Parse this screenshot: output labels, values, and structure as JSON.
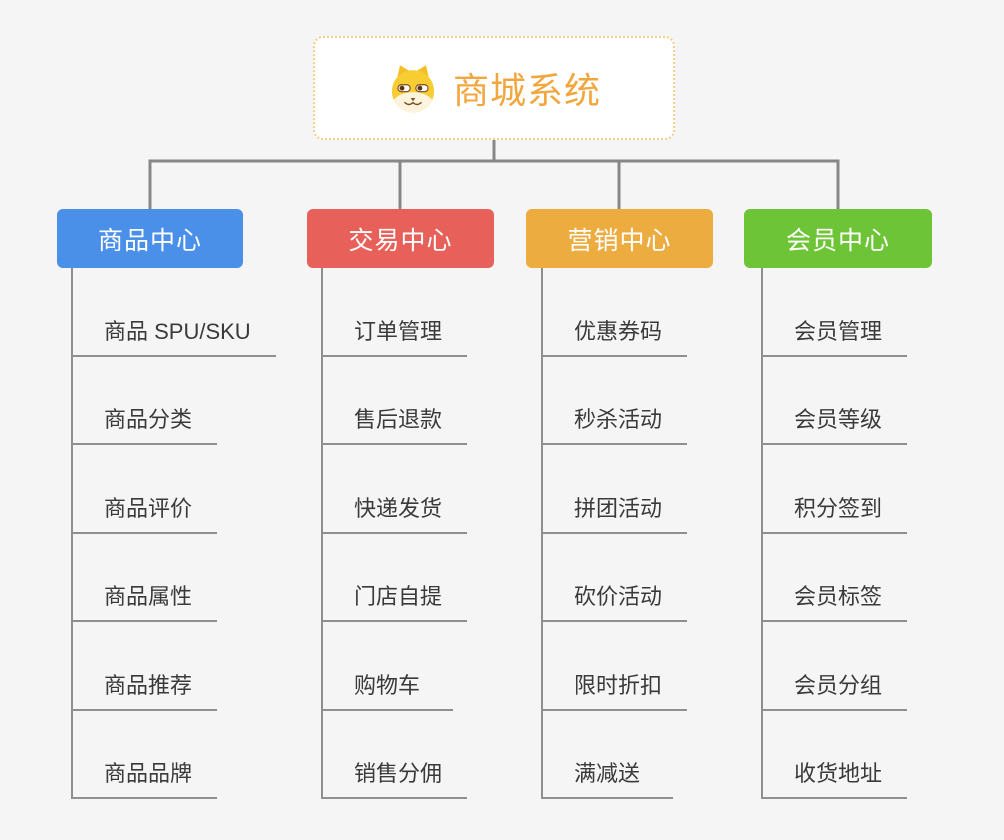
{
  "canvas": {
    "background": "#f5f5f6",
    "connector_color": "#878787",
    "child_line_color": "#8f8f8f",
    "child_text_color": "#3a3a3a"
  },
  "root": {
    "title": "商城系统",
    "icon": "dog-face-icon",
    "title_color": "#f1a73e",
    "border_color": "#f6cd86",
    "background": "#ffffff"
  },
  "branches": [
    {
      "label": "商品中心",
      "color": "#4a90e8",
      "items": [
        "商品 SPU/SKU",
        "商品分类",
        "商品评价",
        "商品属性",
        "商品推荐",
        "商品品牌"
      ]
    },
    {
      "label": "交易中心",
      "color": "#e8605a",
      "items": [
        "订单管理",
        "售后退款",
        "快递发货",
        "门店自提",
        "购物车",
        "销售分佣"
      ]
    },
    {
      "label": "营销中心",
      "color": "#ecac40",
      "items": [
        "优惠券码",
        "秒杀活动",
        "拼团活动",
        "砍价活动",
        "限时折扣",
        "满减送"
      ]
    },
    {
      "label": "会员中心",
      "color": "#6ec437",
      "items": [
        "会员管理",
        "会员等级",
        "积分签到",
        "会员标签",
        "会员分组",
        "收货地址"
      ]
    }
  ]
}
